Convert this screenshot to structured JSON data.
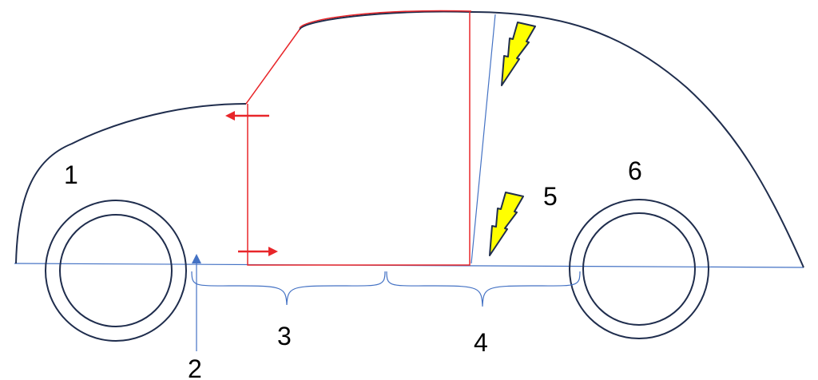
{
  "labels": {
    "l1": "1",
    "l2": "2",
    "l3": "3",
    "l4": "4",
    "l5": "5",
    "l6": "6"
  },
  "colors": {
    "outline": "#1f2d4d",
    "red": "#e8262a",
    "blue": "#4472c4",
    "bolt": "#ffff00"
  }
}
